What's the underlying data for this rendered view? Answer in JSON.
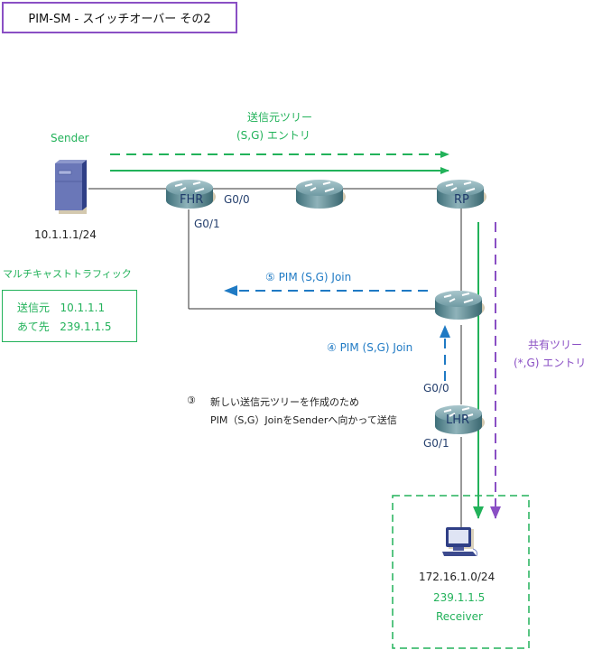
{
  "title": "PIM-SM - スイッチオーバー その2",
  "sender": {
    "label": "Sender",
    "ip": "10.1.1.1/24"
  },
  "source_tree": {
    "line1": "送信元ツリー",
    "line2": "(S,G) エントリ"
  },
  "shared_tree": {
    "line1": "共有ツリー",
    "line2": "(*,G) エントリ"
  },
  "routers": {
    "fhr": "FHR",
    "rp": "RP",
    "lhr": "LHR"
  },
  "interfaces": {
    "fhr_g00": "G0/0",
    "fhr_g01": "G0/1",
    "lhr_g00": "G0/0",
    "lhr_g01": "G0/1"
  },
  "multicast_traffic": {
    "heading": "マルチキャストトラフィック",
    "source_label": "送信元",
    "source_value": "10.1.1.1",
    "dest_label": "あて先",
    "dest_value": "239.1.1.5"
  },
  "steps": {
    "step5": "⑤ PIM (S,G) Join",
    "step4": "④ PIM (S,G) Join",
    "step3_num": "③",
    "step3_line1": "新しい送信元ツリーを作成のため",
    "step3_line2": "PIM（S,G）JoinをSenderへ向かって送信"
  },
  "receiver": {
    "network": "172.16.1.0/24",
    "group": "239.1.1.5",
    "label": "Receiver"
  },
  "colors": {
    "green": "#22b25a",
    "purple": "#8a4fc4",
    "blue": "#1f7ac4"
  }
}
